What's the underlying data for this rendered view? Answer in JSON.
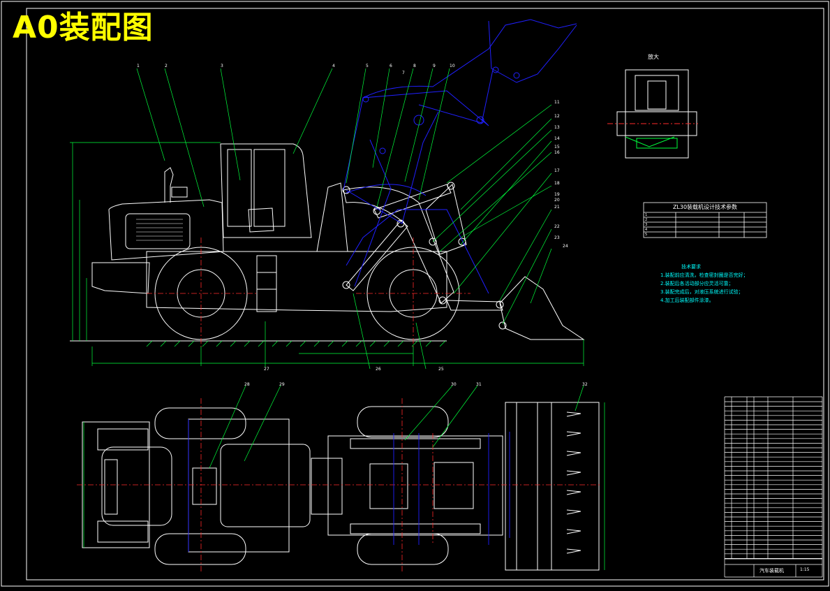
{
  "title": "A0装配图",
  "colors": {
    "background": "#000000",
    "title": "#ffff00",
    "border": "#ffffff",
    "leader": "#00ff3c",
    "outline": "#ffffff",
    "linkage": "#2020ff",
    "centerline": "#ff2a2a",
    "annotation": "#00ffff"
  },
  "parameter_table": {
    "title": "ZL30装载机设计技术参数",
    "rows": [
      "1",
      "2",
      "3",
      "4",
      "5"
    ]
  },
  "tech_requirements": {
    "heading": "技术要求",
    "items": [
      "1.装配前应清洗，检查密封圈是否完好；",
      "2.装配后各活动部分应灵活可靠；",
      "3.装配完成后，对液压系统进行试验；",
      "4.加工后装配部件涂漆。"
    ]
  },
  "detail_label": "放大",
  "part_numbers_side": [
    "1",
    "2",
    "3",
    "4",
    "5",
    "6",
    "7",
    "8",
    "9",
    "10",
    "11",
    "12",
    "13",
    "14",
    "15",
    "16",
    "17",
    "18",
    "19",
    "20",
    "21",
    "22",
    "23",
    "24",
    "25",
    "26",
    "27"
  ],
  "part_numbers_plan": [
    "28",
    "29",
    "30",
    "31",
    "32"
  ],
  "title_block": {
    "drawing_name": "汽车装载机",
    "scale": "1:15"
  }
}
